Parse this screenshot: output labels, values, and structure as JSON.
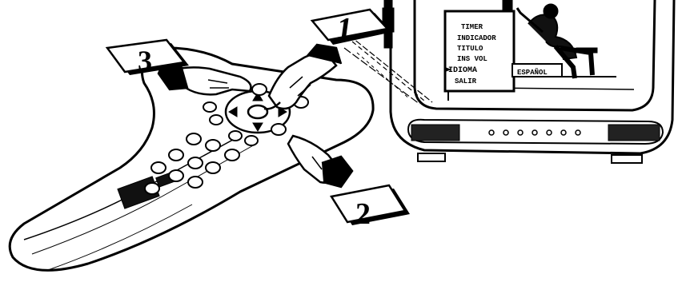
{
  "tv": {
    "menu_items": [
      "TIMER",
      "INDICADOR",
      "TITULO",
      "INS VOL",
      "IDIOMA",
      "SALIR"
    ],
    "selected_item": "IDIOMA",
    "language_value": "ESPAÑOL"
  },
  "steps": {
    "step1": "1",
    "step2": "2",
    "step3": "3"
  }
}
